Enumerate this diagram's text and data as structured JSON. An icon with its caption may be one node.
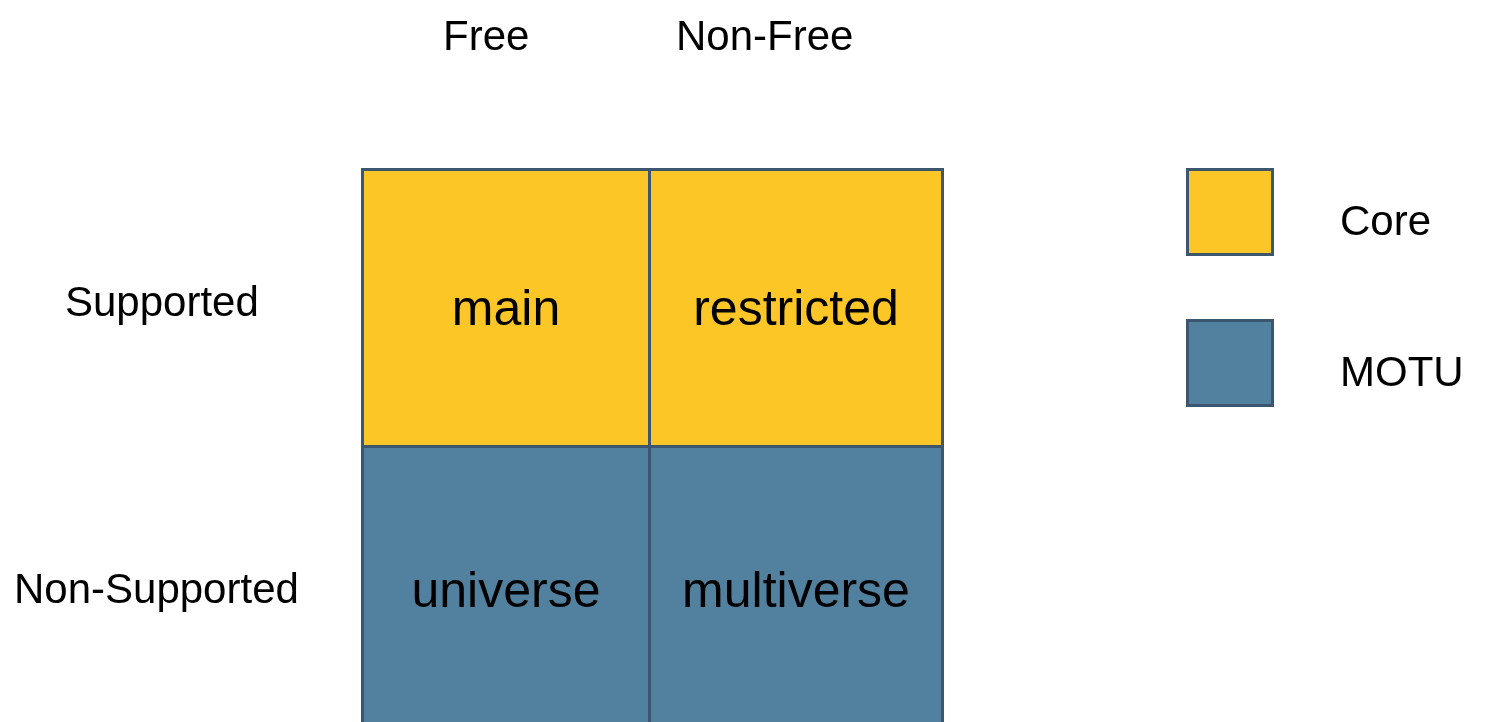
{
  "diagram": {
    "nodes": [
      {
        "text": [
          "main"
        ]
      },
      {
        "text": [
          "restricted"
        ]
      },
      {
        "text": [
          "universe"
        ]
      },
      {
        "text": [
          "multiverse"
        ]
      }
    ],
    "labels": [
      "Free",
      "Non-Free",
      "Supported",
      "Non-Supported"
    ],
    "legend": [
      {
        "text": "Core",
        "color": "#fcc626"
      },
      {
        "text": "MOTU",
        "color": "#52819f"
      }
    ]
  }
}
